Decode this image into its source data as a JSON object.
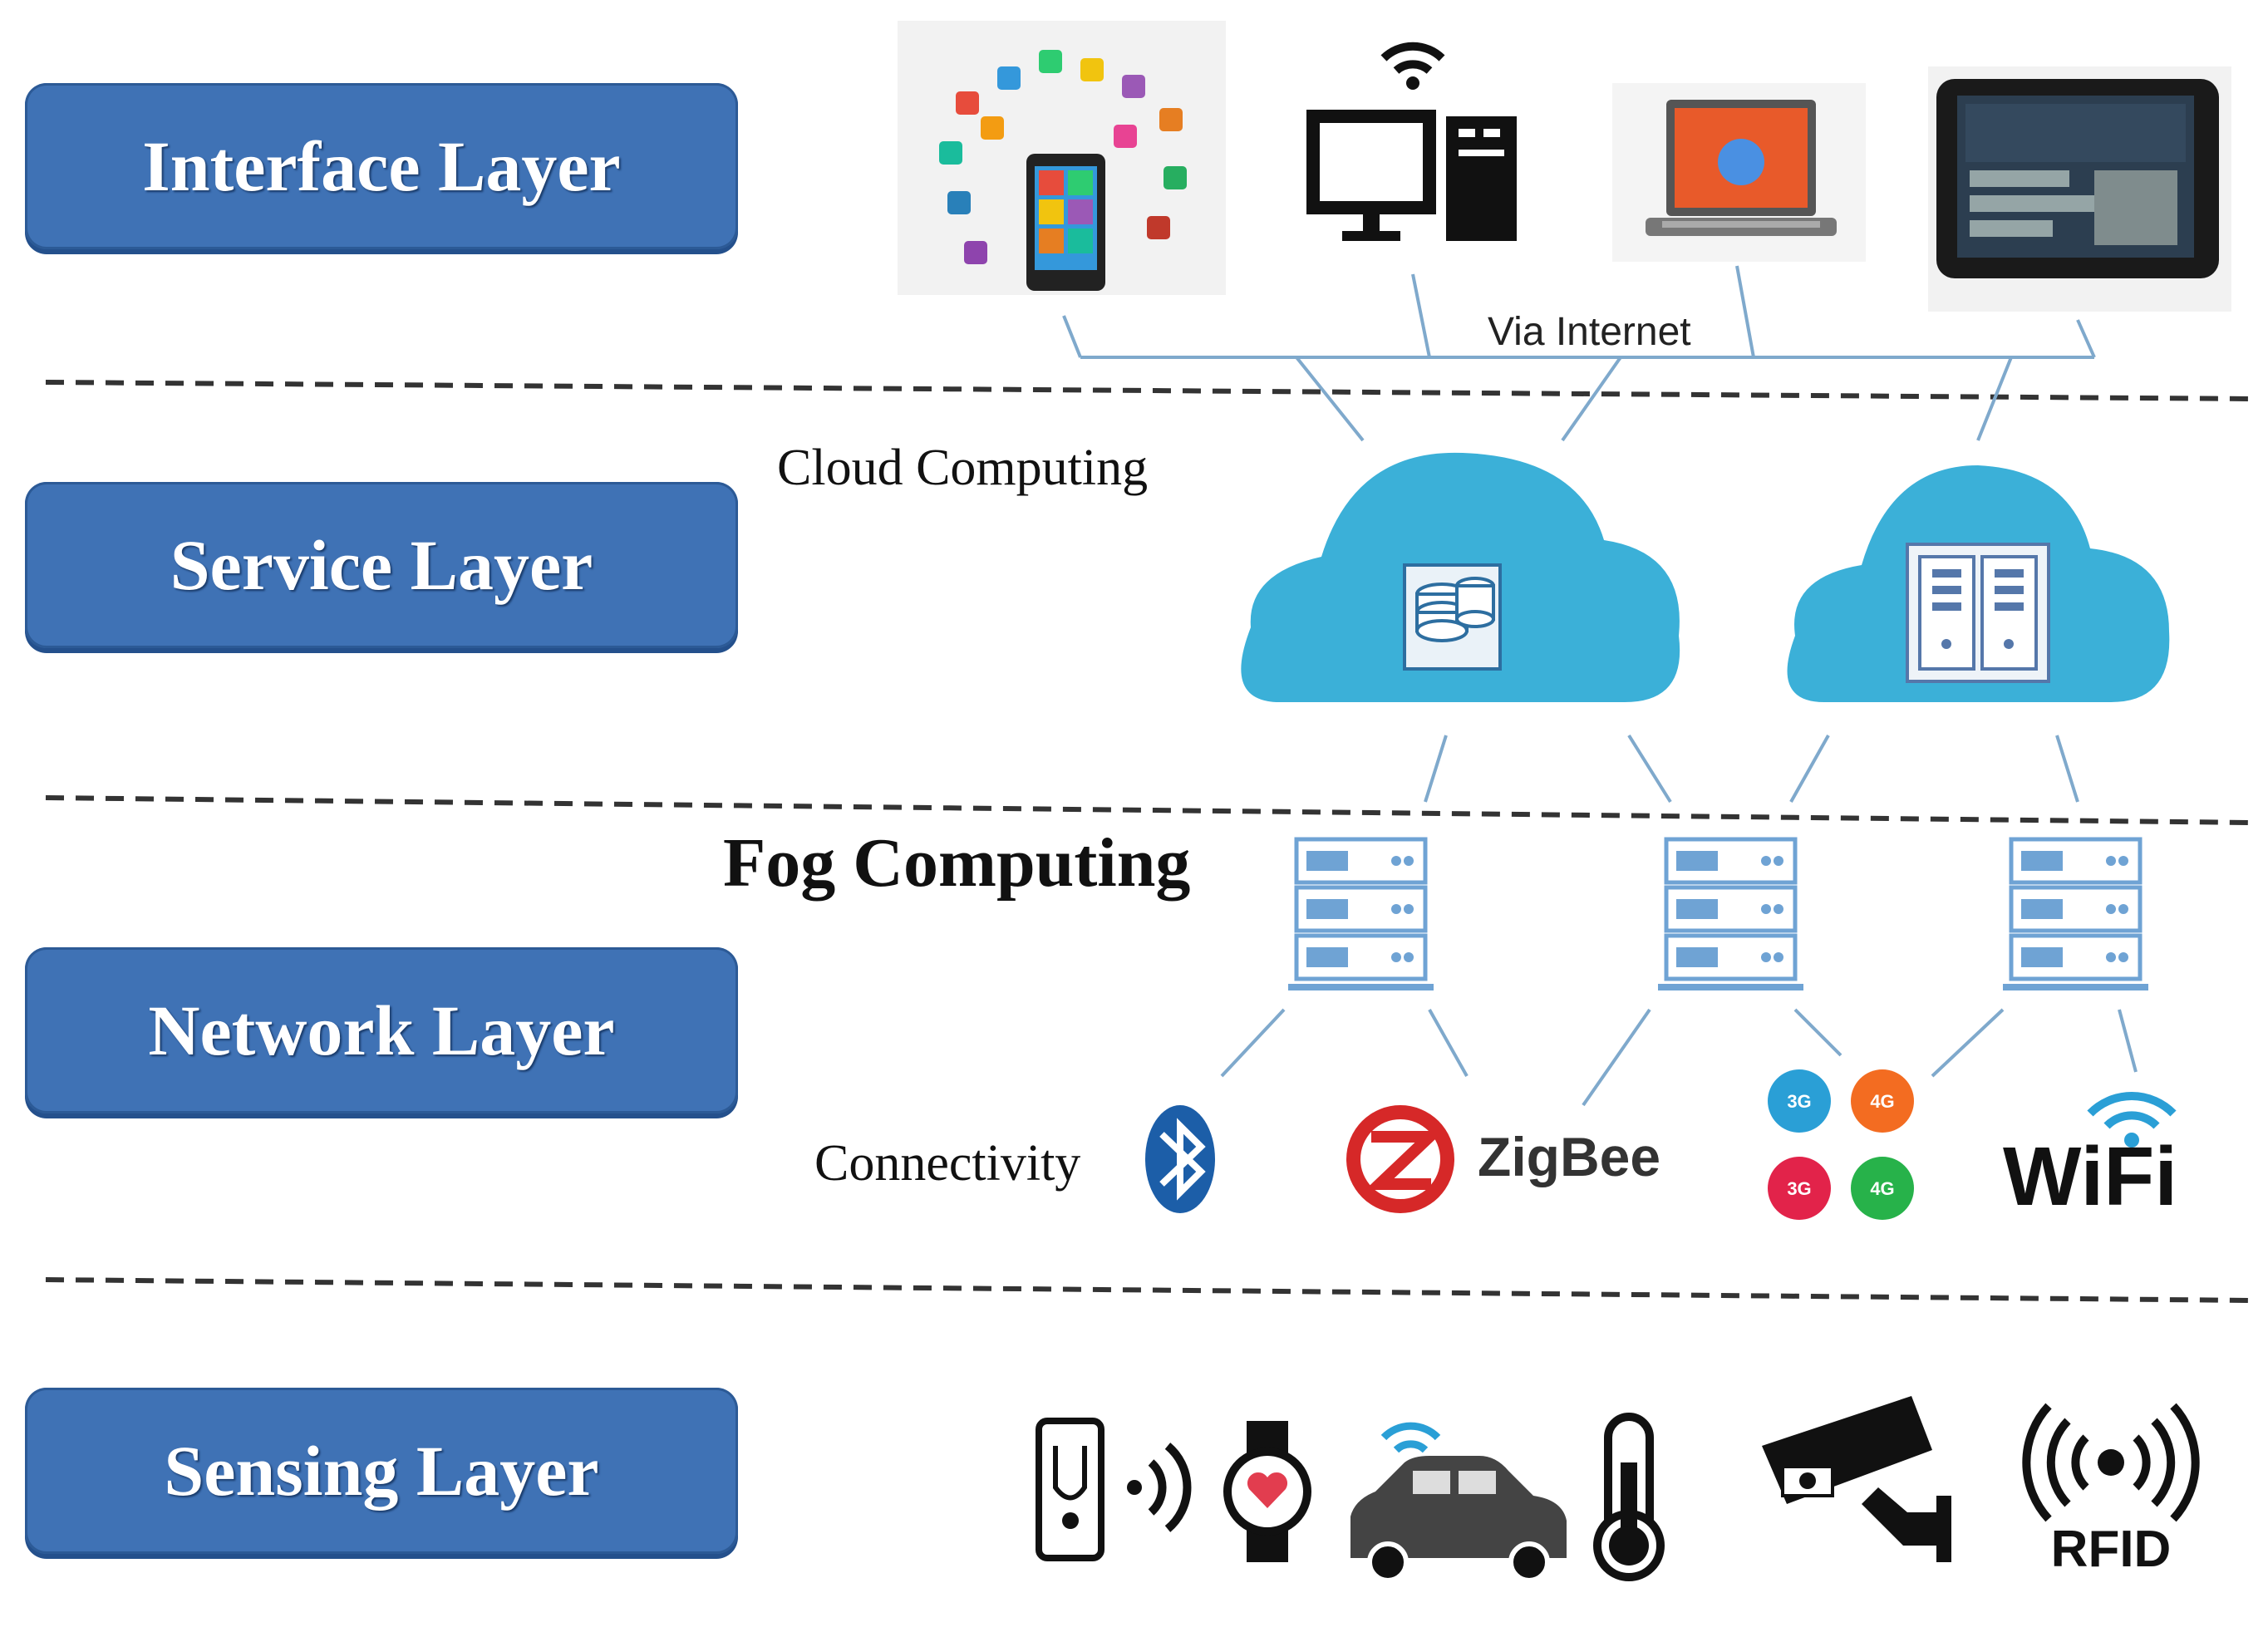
{
  "layers": {
    "interface": "Interface Layer",
    "service": "Service Layer",
    "network": "Network Layer",
    "sensing": "Sensing Layer"
  },
  "labels": {
    "via_internet": "Via Internet",
    "cloud_computing": "Cloud Computing",
    "fog_computing": "Fog Computing",
    "connectivity": "Connectivity"
  },
  "connectivity_logos": {
    "zigbee": "ZigBee",
    "wifi": "WiFi",
    "cellular": [
      "3G",
      "4G",
      "3G",
      "4G"
    ]
  },
  "sensing_logos": {
    "rfid": "RFID"
  },
  "icons": [
    "apps-phone-icon",
    "desktop-computer-icon",
    "laptop-icon",
    "tablet-icon",
    "cloud-database-icon",
    "cloud-server-icon",
    "fog-server-icon",
    "bluetooth-icon",
    "zigbee-icon",
    "cellular-icon",
    "wifi-icon",
    "health-phone-icon",
    "smartwatch-icon",
    "connected-car-icon",
    "thermometer-icon",
    "cctv-camera-icon",
    "rfid-icon"
  ],
  "colors": {
    "layer_button": "#3f72b5",
    "cloud": "#3bb0d8",
    "connector": "#7fa9cc",
    "server": "#6fa3d4"
  }
}
